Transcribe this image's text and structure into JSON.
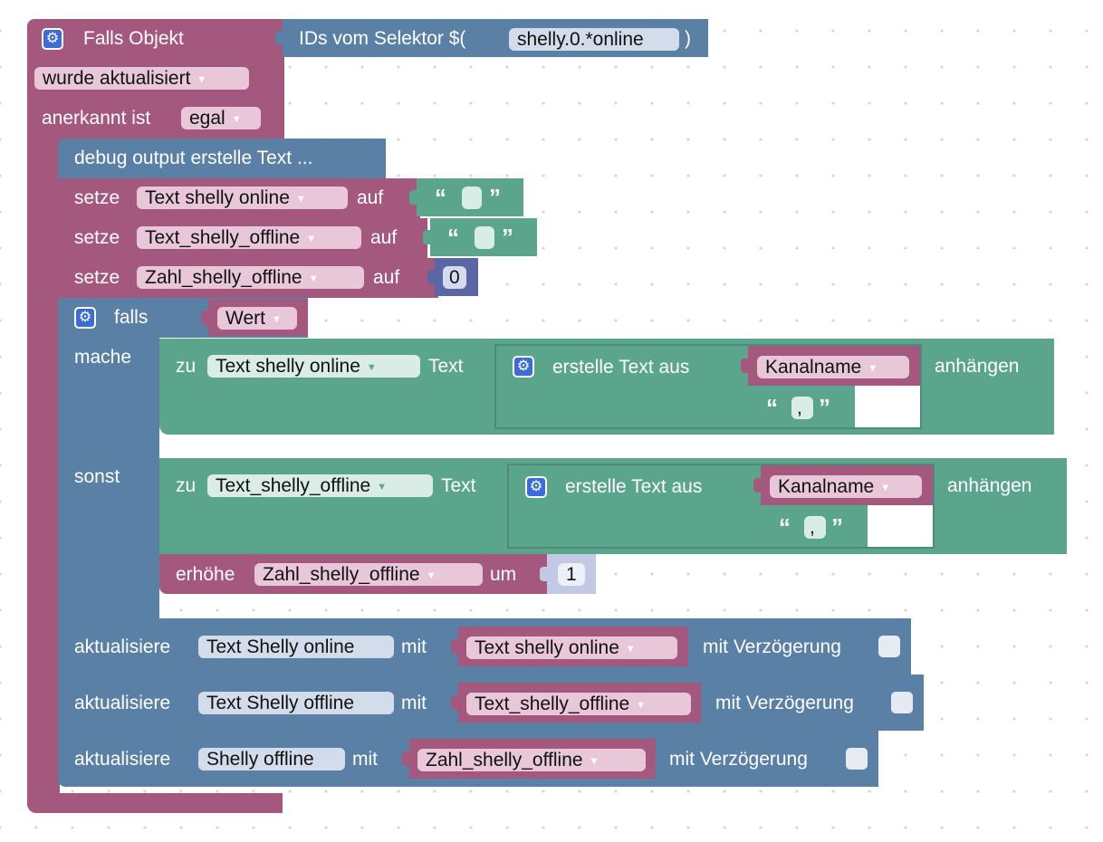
{
  "trigger": {
    "title": "Falls Objekt",
    "event": "wurde aktualisiert",
    "ack_label": "anerkannt ist",
    "ack_value": "egal",
    "selector_label": "IDs vom Selektor $(",
    "selector_value": "shelly.0.*online",
    "selector_close": ")"
  },
  "debug": {
    "label": "debug output erstelle Text ..."
  },
  "setters": [
    {
      "verb": "setze",
      "var": "Text shelly online",
      "to": "auf",
      "quote_open": "“",
      "quote_close": "”"
    },
    {
      "verb": "setze",
      "var": "Text_shelly_offline",
      "to": "auf",
      "quote_open": "“",
      "quote_close": "”"
    },
    {
      "verb": "setze",
      "var": "Zahl_shelly_offline",
      "to": "auf",
      "value": "0"
    }
  ],
  "ifblock": {
    "if_label": "falls",
    "condition": "Wert",
    "do_label": "mache",
    "else_label": "sonst"
  },
  "append_online": {
    "zu": "zu",
    "var": "Text shelly online",
    "text": "Text",
    "create": "erstelle Text aus",
    "item1": "Kanalname",
    "item2": ",",
    "append": "anhängen",
    "quote_open": "“",
    "quote_close": "”"
  },
  "append_offline": {
    "zu": "zu",
    "var": "Text_shelly_offline",
    "text": "Text",
    "create": "erstelle Text aus",
    "item1": "Kanalname",
    "item2": ",",
    "append": "anhängen",
    "quote_open": "“",
    "quote_close": "”"
  },
  "increment": {
    "verb": "erhöhe",
    "var": "Zahl_shelly_offline",
    "by": "um",
    "value": "1"
  },
  "updates": [
    {
      "verb": "aktualisiere",
      "target": "Text Shelly online",
      "with": "mit",
      "var": "Text shelly online",
      "delay": "mit Verzögerung"
    },
    {
      "verb": "aktualisiere",
      "target": "Text Shelly offline",
      "with": "mit",
      "var": "Text_shelly_offline",
      "delay": "mit Verzögerung"
    },
    {
      "verb": "aktualisiere",
      "target": "Shelly offline",
      "with": "mit",
      "var": "Zahl_shelly_offline",
      "delay": "mit Verzögerung"
    }
  ],
  "icons": {
    "settings": "gear-icon",
    "dropdown": "dropdown-arrow-icon"
  },
  "colors": {
    "event_block": "#a5587e",
    "text_block": "#5ba58c",
    "logic_block": "#5b80a5",
    "math_block": "#5b67a5",
    "field_bg": "#e8c7d9"
  }
}
